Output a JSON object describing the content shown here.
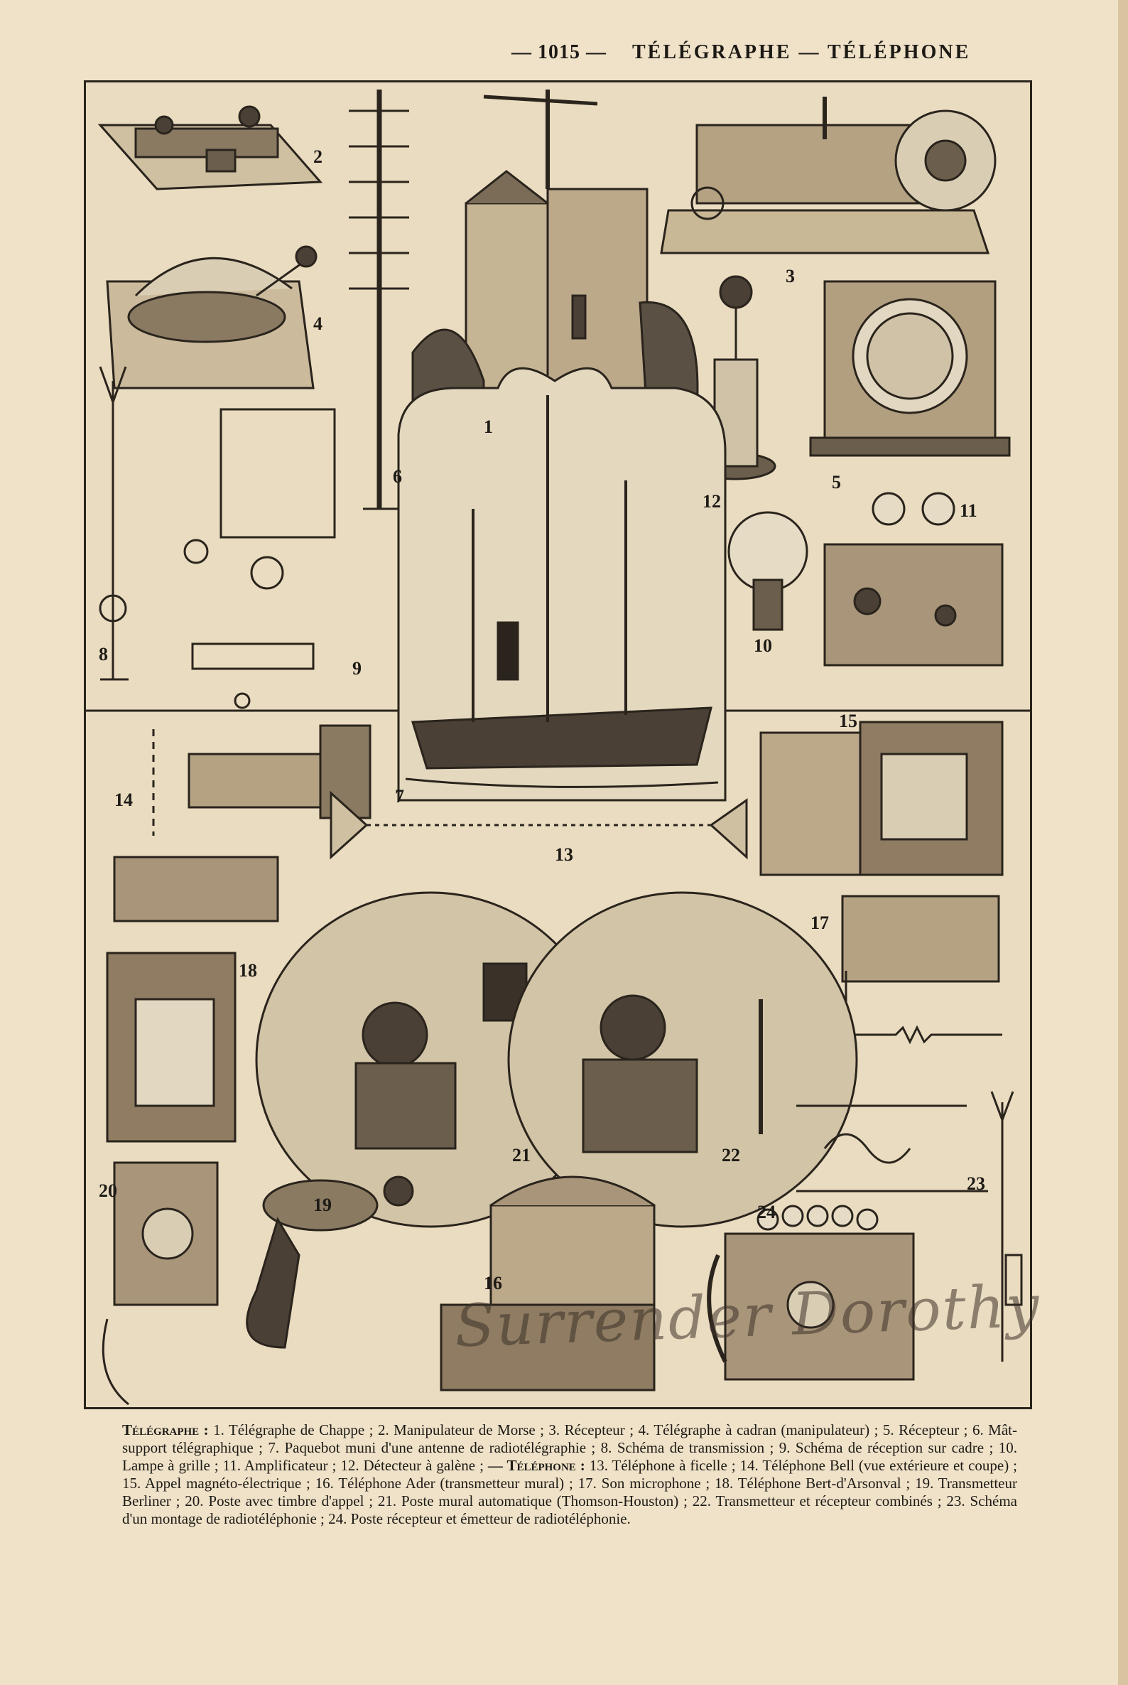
{
  "header": {
    "page_number": "— 1015 —",
    "running_title": "TÉLÉGRAPHE — TÉLÉPHONE"
  },
  "figures": [
    {
      "num": "1"
    },
    {
      "num": "2"
    },
    {
      "num": "3"
    },
    {
      "num": "4"
    },
    {
      "num": "5"
    },
    {
      "num": "6"
    },
    {
      "num": "7"
    },
    {
      "num": "8"
    },
    {
      "num": "9"
    },
    {
      "num": "10"
    },
    {
      "num": "11"
    },
    {
      "num": "12"
    },
    {
      "num": "13"
    },
    {
      "num": "14"
    },
    {
      "num": "15"
    },
    {
      "num": "16"
    },
    {
      "num": "17"
    },
    {
      "num": "18"
    },
    {
      "num": "19"
    },
    {
      "num": "20"
    },
    {
      "num": "21"
    },
    {
      "num": "22"
    },
    {
      "num": "23"
    },
    {
      "num": "24"
    }
  ],
  "caption": {
    "telegraphe_lead": "Télégraphe :",
    "telegraphe_text": "1. Télégraphe de Chappe ; 2. Manipulateur de Morse ; 3. Récepteur ; 4. Télégraphe à cadran (manipulateur) ; 5. Récepteur ; 6. Mât-support télégraphique ; 7. Paquebot muni d'une antenne de radiotélégraphie ; 8. Schéma de transmission ; 9. Schéma de réception sur cadre ; 10. Lampe à grille ; 11. Amplificateur ; 12. Détecteur à galène ;",
    "telephone_lead": "— Téléphone :",
    "telephone_text": "13. Téléphone à ficelle ; 14. Téléphone Bell (vue extérieure et coupe) ; 15. Appel magnéto-électrique ; 16. Téléphone Ader (transmetteur mural) ; 17. Son microphone ; 18. Téléphone Bert-d'Arsonval ; 19. Transmetteur Berliner ; 20. Poste avec timbre d'appel ; 21. Poste mural automatique (Thomson-Houston) ; 22. Transmetteur et récepteur combinés ; 23. Schéma d'un montage de radiotéléphonie ; 24. Poste récepteur et émetteur de radiotéléphonie."
  },
  "watermark": "Surrender Dorothy"
}
